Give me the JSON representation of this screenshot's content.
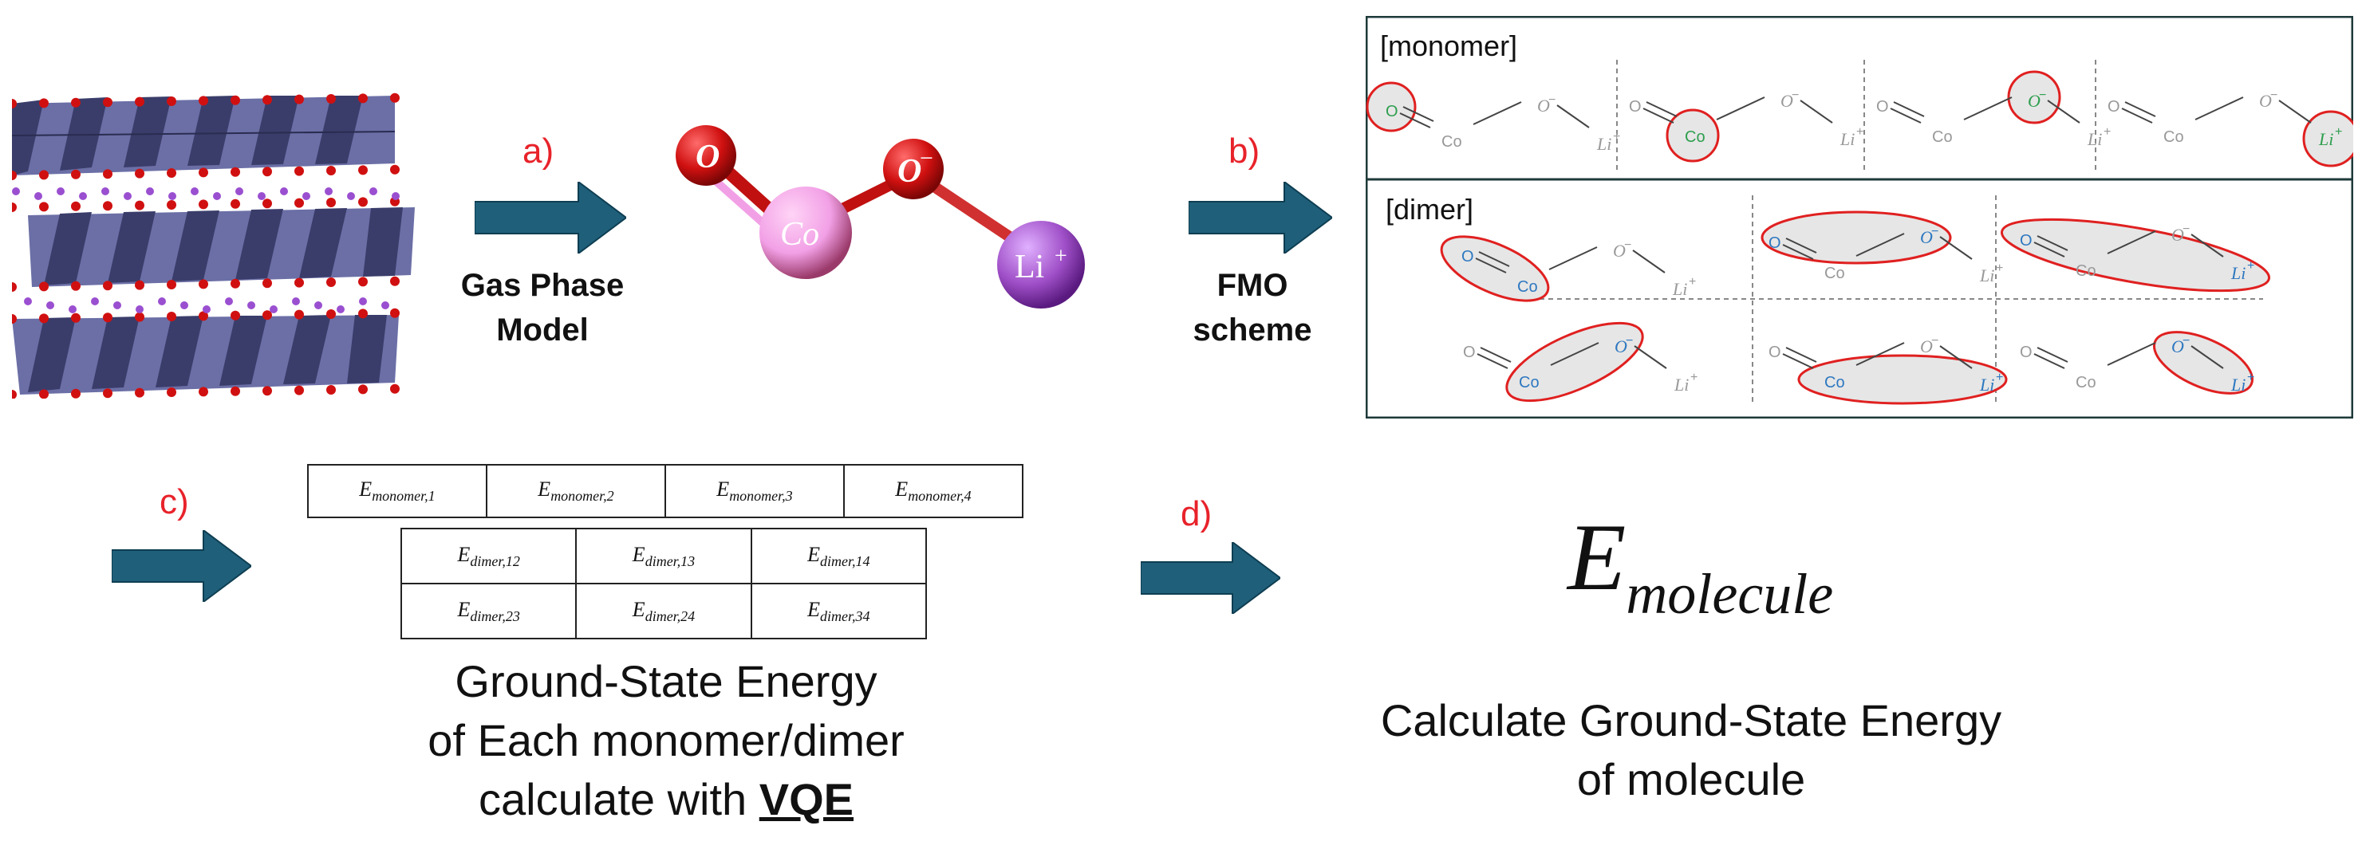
{
  "steps": {
    "a_label": "a)",
    "a_text_line1": "Gas Phase",
    "a_text_line2": "Model",
    "b_label": "b)",
    "b_text_line1": "FMO",
    "b_text_line2": "scheme",
    "c_label": "c)",
    "d_label": "d)"
  },
  "molecule": {
    "atom_o1": "O",
    "atom_co": "Co",
    "atom_o2": "O",
    "atom_o2_charge": "−",
    "atom_li": "Li",
    "atom_li_charge": "+"
  },
  "fmo": {
    "monomer_title": "[monomer]",
    "dimer_title": "[dimer]",
    "lbl_o": "O",
    "lbl_co": "Co",
    "lbl_o2": "O",
    "lbl_minus": "−",
    "lbl_li": "Li",
    "lbl_plus": "+"
  },
  "energies": {
    "symbol": "E",
    "monomers": [
      "monomer,1",
      "monomer,2",
      "monomer,3",
      "monomer,4"
    ],
    "dimers_row1": [
      "dimer,12",
      "dimer,13",
      "dimer,14"
    ],
    "dimers_row2": [
      "dimer,23",
      "dimer,24",
      "dimer,34"
    ]
  },
  "texts": {
    "vqe_line1": "Ground-State Energy",
    "vqe_line2": "of Each monomer/dimer",
    "vqe_line3_pre": "calculate with ",
    "vqe_line3_bold": "VQE",
    "mol_line1": "Calculate Ground-State Energy",
    "mol_line2": "of molecule",
    "e_molecule_symbol": "E",
    "e_molecule_sub": "molecule"
  },
  "colors": {
    "arrow": "#1f5f7a",
    "red_label": "#e8222a",
    "highlight_ring": "#e02020",
    "highlight_fill": "#e6e6e6",
    "mono_highlight_text": "#2e9e4e",
    "dimer_highlight_text": "#2e78c0",
    "gray_text": "#999999",
    "polyhedra": "#6b6fa6",
    "o_atom": "#d01010",
    "co_atom": "#f2a0e6",
    "li_atom": "#a050c8"
  }
}
